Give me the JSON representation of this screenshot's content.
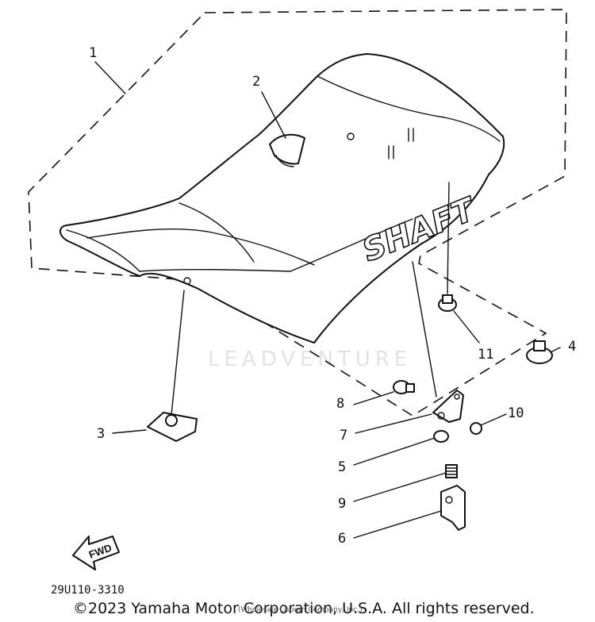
{
  "diagram": {
    "code": "29U110-3310",
    "copyright": "©2023 Yamaha Motor Corporation, U.S.A. All rights reserved.",
    "copyright_overlay": "(Wholesale Lisburn Company, Inc.)",
    "watermark": "LEADVENTURE",
    "seat_label": "SHAFT",
    "fwd_label": "FWD",
    "callouts": [
      {
        "id": "1",
        "text": "1"
      },
      {
        "id": "2",
        "text": "2"
      },
      {
        "id": "3",
        "text": "3"
      },
      {
        "id": "4",
        "text": "4"
      },
      {
        "id": "5",
        "text": "5"
      },
      {
        "id": "6",
        "text": "6"
      },
      {
        "id": "7",
        "text": "7"
      },
      {
        "id": "8",
        "text": "8"
      },
      {
        "id": "9",
        "text": "9"
      },
      {
        "id": "10",
        "text": "10"
      },
      {
        "id": "11",
        "text": "11"
      }
    ]
  }
}
